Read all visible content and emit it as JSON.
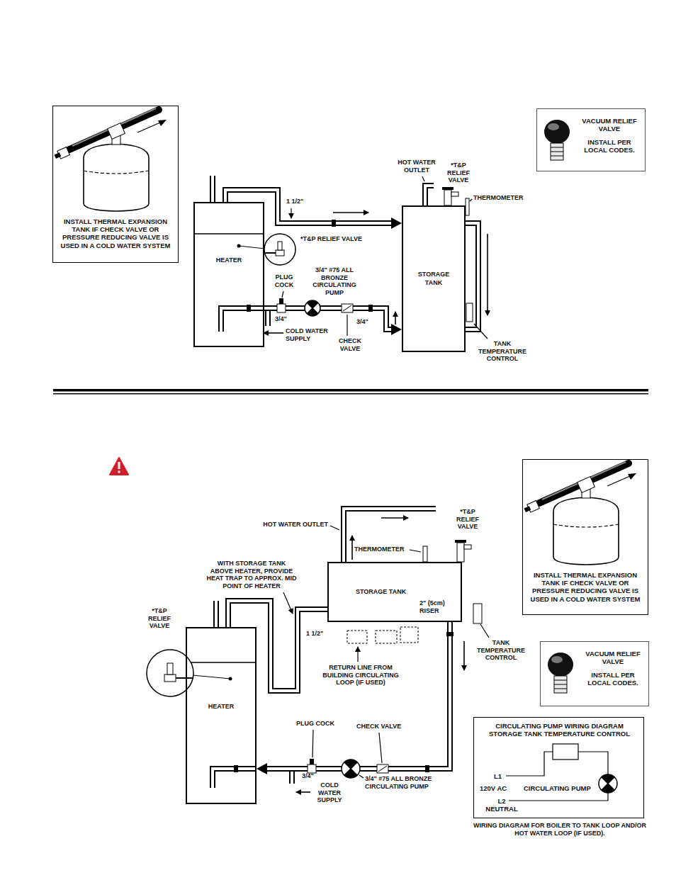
{
  "diagram": {
    "nodes": [
      {
        "text": [
          "INSTALL THERMAL EXPANSION TANK IF CHECK VALVE OR PRESSURE REDUCING VALVE IS USED IN A COLD WATER SYSTEM"
        ]
      },
      {
        "text": [
          "VACUUM RELIEF VALVE",
          "INSTALL PER LOCAL CODES."
        ]
      },
      {
        "text": [
          "HEATER"
        ]
      },
      {
        "text": [
          "STORAGE TANK"
        ]
      },
      {
        "text": [
          "INSTALL THERMAL EXPANSION TANK IF CHECK VALVE OR PRESSURE REDUCING VALVE IS USED IN A COLD WATER SYSTEM"
        ]
      },
      {
        "text": [
          "STORAGE TANK"
        ]
      },
      {
        "text": [
          "HEATER"
        ]
      },
      {
        "text": [
          "VACUUM RELIEF VALVE",
          "INSTALL PER LOCAL CODES."
        ]
      },
      {
        "text": [
          "CIRCULATING PUMP WIRING DIAGRAM STORAGE TANK TEMPERATURE CONTROL",
          "L1",
          "120V AC",
          "CIRCULATING PUMP",
          "L2 NEUTRAL"
        ]
      }
    ],
    "edges": [
      {
        "from": 2,
        "to": 3,
        "arrow": "to",
        "label": "1 1/2\""
      },
      {
        "from": 2,
        "to": 3,
        "arrow": "to"
      },
      {
        "from": 6,
        "to": 5,
        "arrow": "none",
        "label": "1 1/2\""
      },
      {
        "from": 5,
        "to": 6,
        "arrow": "to"
      }
    ],
    "labels": [
      "HOT WATER OUTLET",
      "*T&P RELIEF VALVE",
      "THERMOMETER",
      "*T&P RELIEF VALVE",
      "PLUG COCK",
      "3/4\" #75 ALL BRONZE CIRCULATING PUMP",
      "3/4\"",
      "COLD WATER SUPPLY",
      "CHECK VALVE",
      "3/4\"",
      "TANK TEMPERATURE CONTROL",
      "HOT WATER OUTLET",
      "*T&P RELIEF VALVE",
      "THERMOMETER",
      "WITH STORAGE TANK ABOVE HEATER, PROVIDE HEAT TRAP TO APPROX. MID POINT OF HEATER",
      "*T&P RELIEF VALVE",
      "2\" (5cm) RISER",
      "RETURN LINE FROM BUILDING CIRCULATING LOOP (IF USED)",
      "TANK TEMPERATURE CONTROL",
      "PLUG COCK",
      "CHECK VALVE",
      "3/4\"",
      "COLD WATER SUPPLY",
      "3/4\" #75 ALL BRONZE CIRCULATING PUMP",
      "WIRING DIAGRAM FOR BOILER TO TANK LOOP AND/OR HOT WATER LOOP (IF USED)."
    ]
  }
}
